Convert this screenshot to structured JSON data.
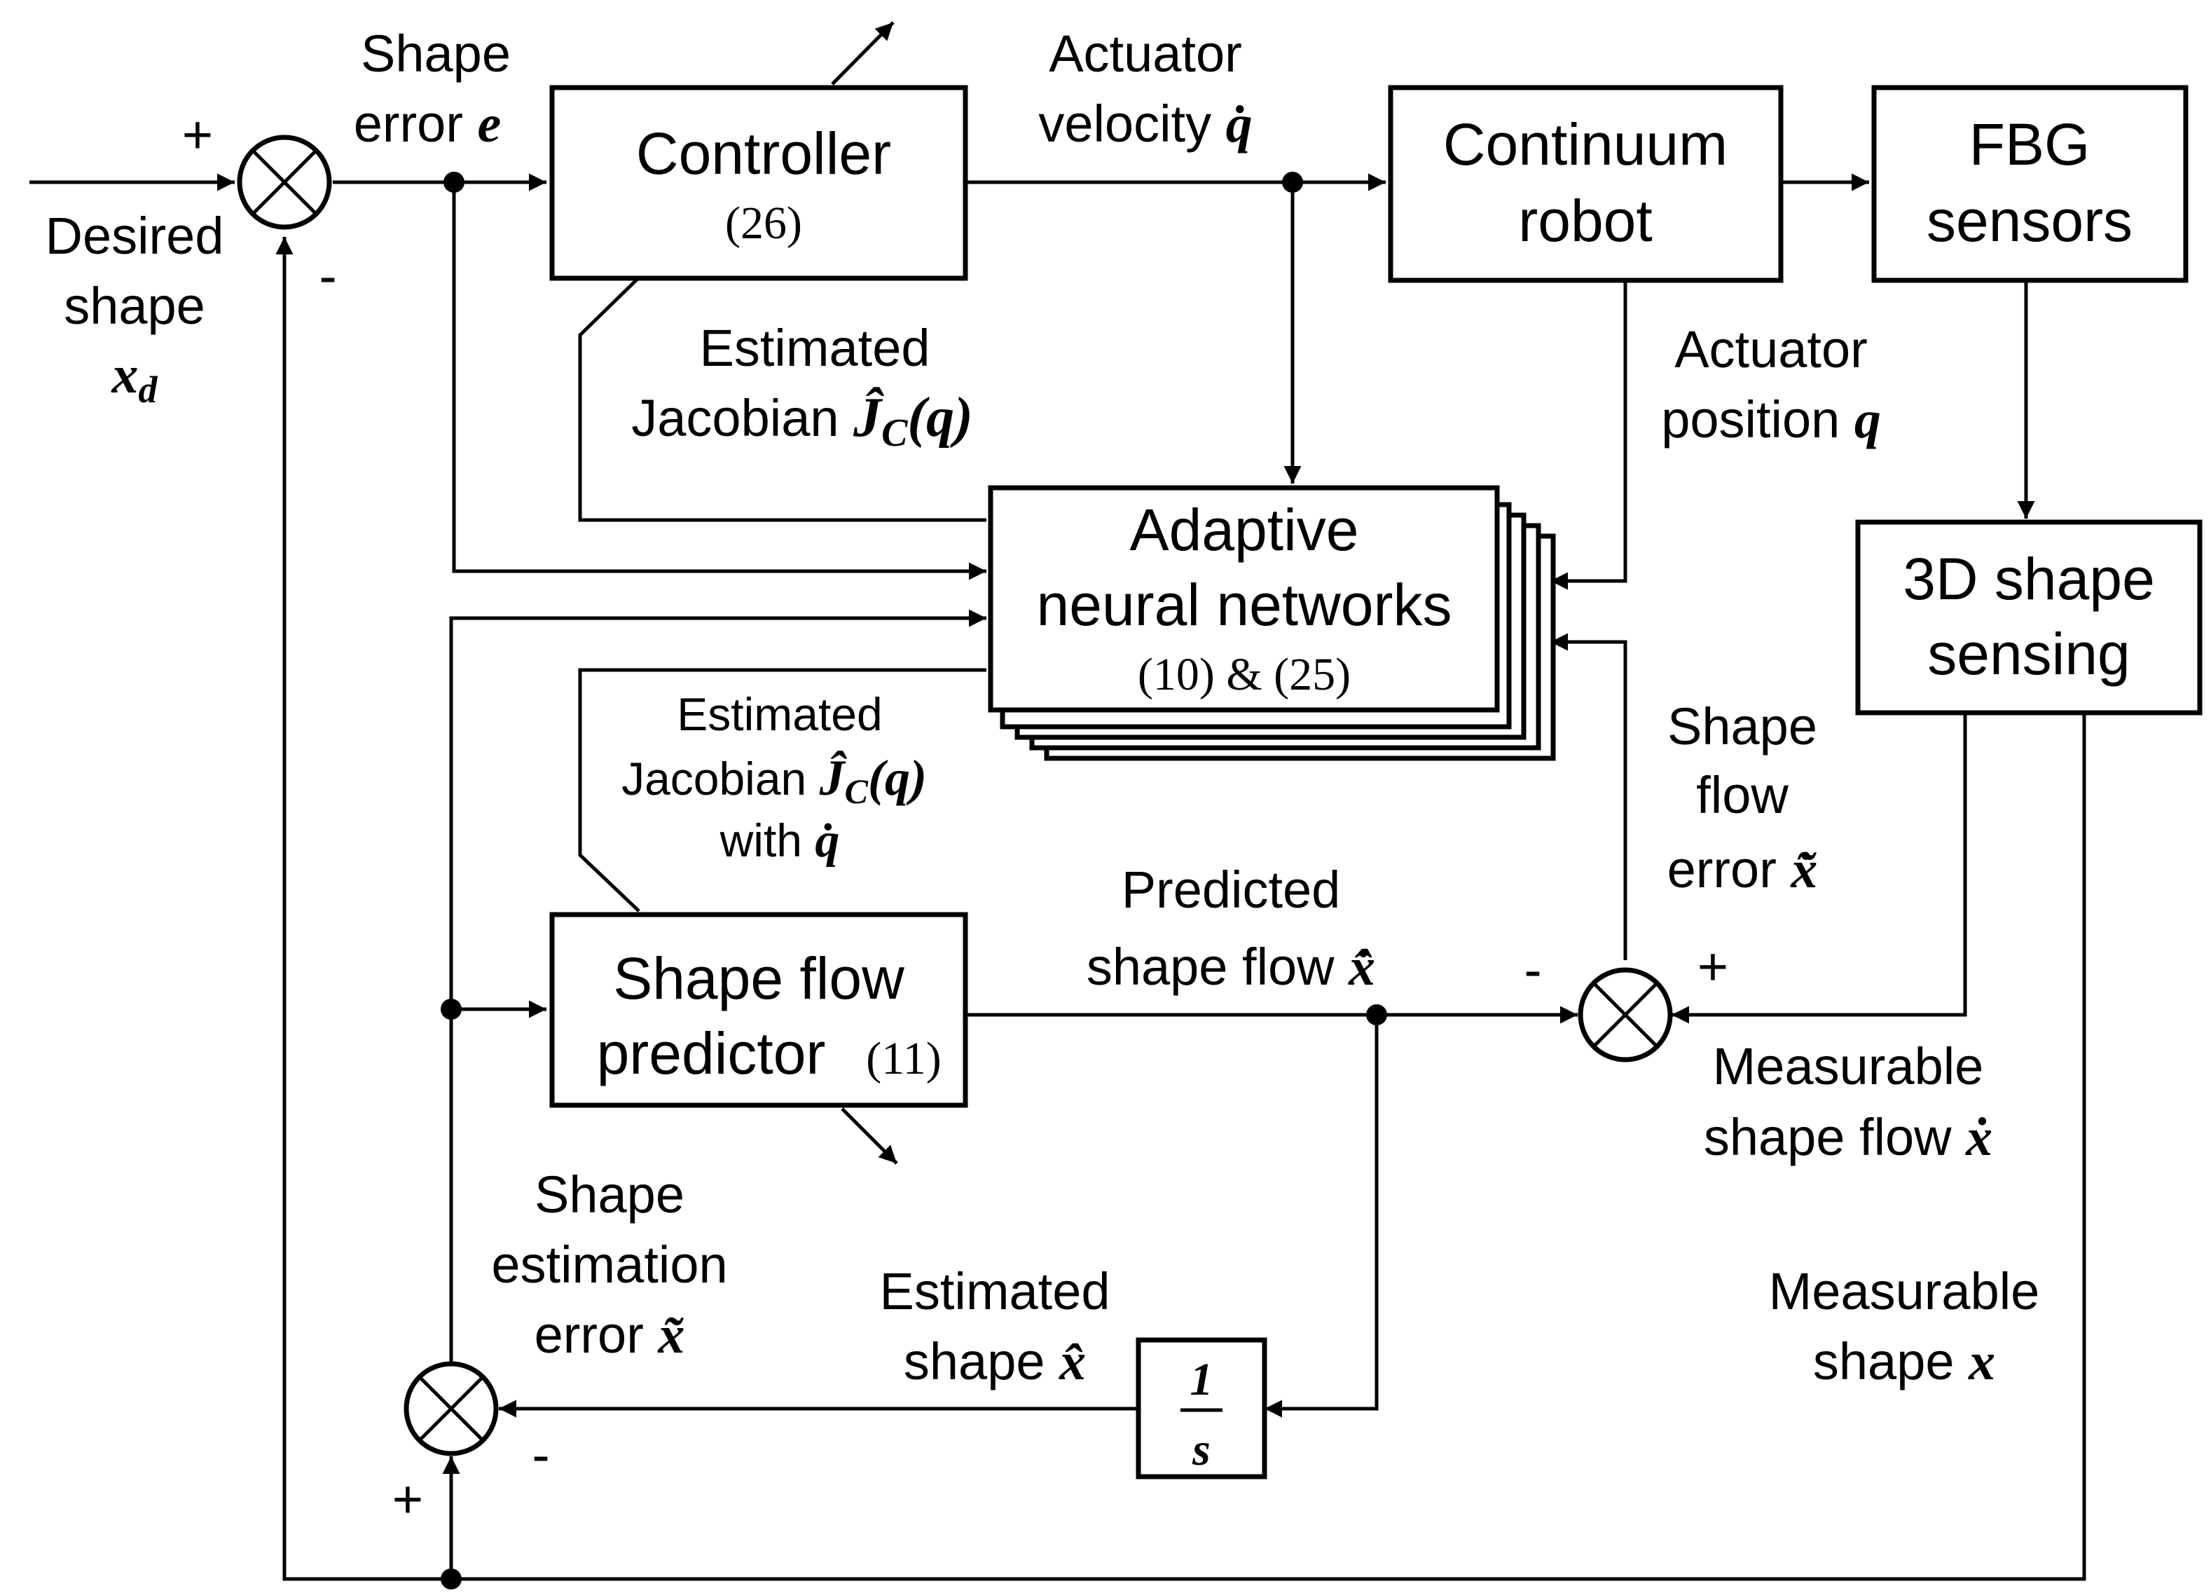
{
  "blocks": {
    "controller": {
      "title": "Controller",
      "eq": "(26)"
    },
    "robot": {
      "line1": "Continuum",
      "line2": "robot"
    },
    "fbg": {
      "line1": "FBG",
      "line2": "sensors"
    },
    "ann": {
      "line1": "Adaptive",
      "line2": "neural networks",
      "eq": "(10) & (25)"
    },
    "sensing": {
      "line1": "3D shape",
      "line2": "sensing"
    },
    "predictor": {
      "line1": "Shape flow",
      "line2": "predictor",
      "eq": "(11)"
    },
    "integrator": {
      "num": "1",
      "den": "s"
    }
  },
  "signals": {
    "shape_error": {
      "line1": "Shape",
      "line2": "error",
      "sym": "e"
    },
    "actuator_velocity": {
      "line1": "Actuator",
      "line2": "velocity",
      "sym": "q̇"
    },
    "desired_shape": {
      "line1": "Desired",
      "line2": "shape",
      "sym": "x",
      "sub": "d"
    },
    "est_jacobian_top": {
      "line1": "Estimated",
      "line2": "Jacobian",
      "sym": "Ĵ",
      "sub": "C",
      "arg": "(q)"
    },
    "actuator_position": {
      "line1": "Actuator",
      "line2": "position",
      "sym": "q"
    },
    "est_jacobian_bottom": {
      "line1": "Estimated",
      "line2": "Jacobian",
      "sym": "Ĵ",
      "sub": "C",
      "arg": "(q)",
      "line3": "with",
      "sym3": "q̇"
    },
    "shape_flow_error": {
      "line1": "Shape",
      "line2": "flow",
      "line3": "error",
      "sym": "x̃̇"
    },
    "predicted_shape_flow": {
      "line1": "Predicted",
      "line2": "shape flow",
      "sym": "x̂̇"
    },
    "measurable_shape_flow": {
      "line1": "Measurable",
      "line2": "shape flow",
      "sym": "ẋ"
    },
    "shape_estimation_error": {
      "line1": "Shape",
      "line2": "estimation",
      "line3": "error",
      "sym": "x̃"
    },
    "estimated_shape": {
      "line1": "Estimated",
      "line2": "shape",
      "sym": "x̂"
    },
    "measurable_shape": {
      "line1": "Measurable",
      "line2": "shape",
      "sym": "x"
    }
  },
  "signs": {
    "s1_plus": "+",
    "s1_minus": "-",
    "s2_minus": "-",
    "s2_plus": "+",
    "s3_minus": "-",
    "s3_plus": "+"
  }
}
